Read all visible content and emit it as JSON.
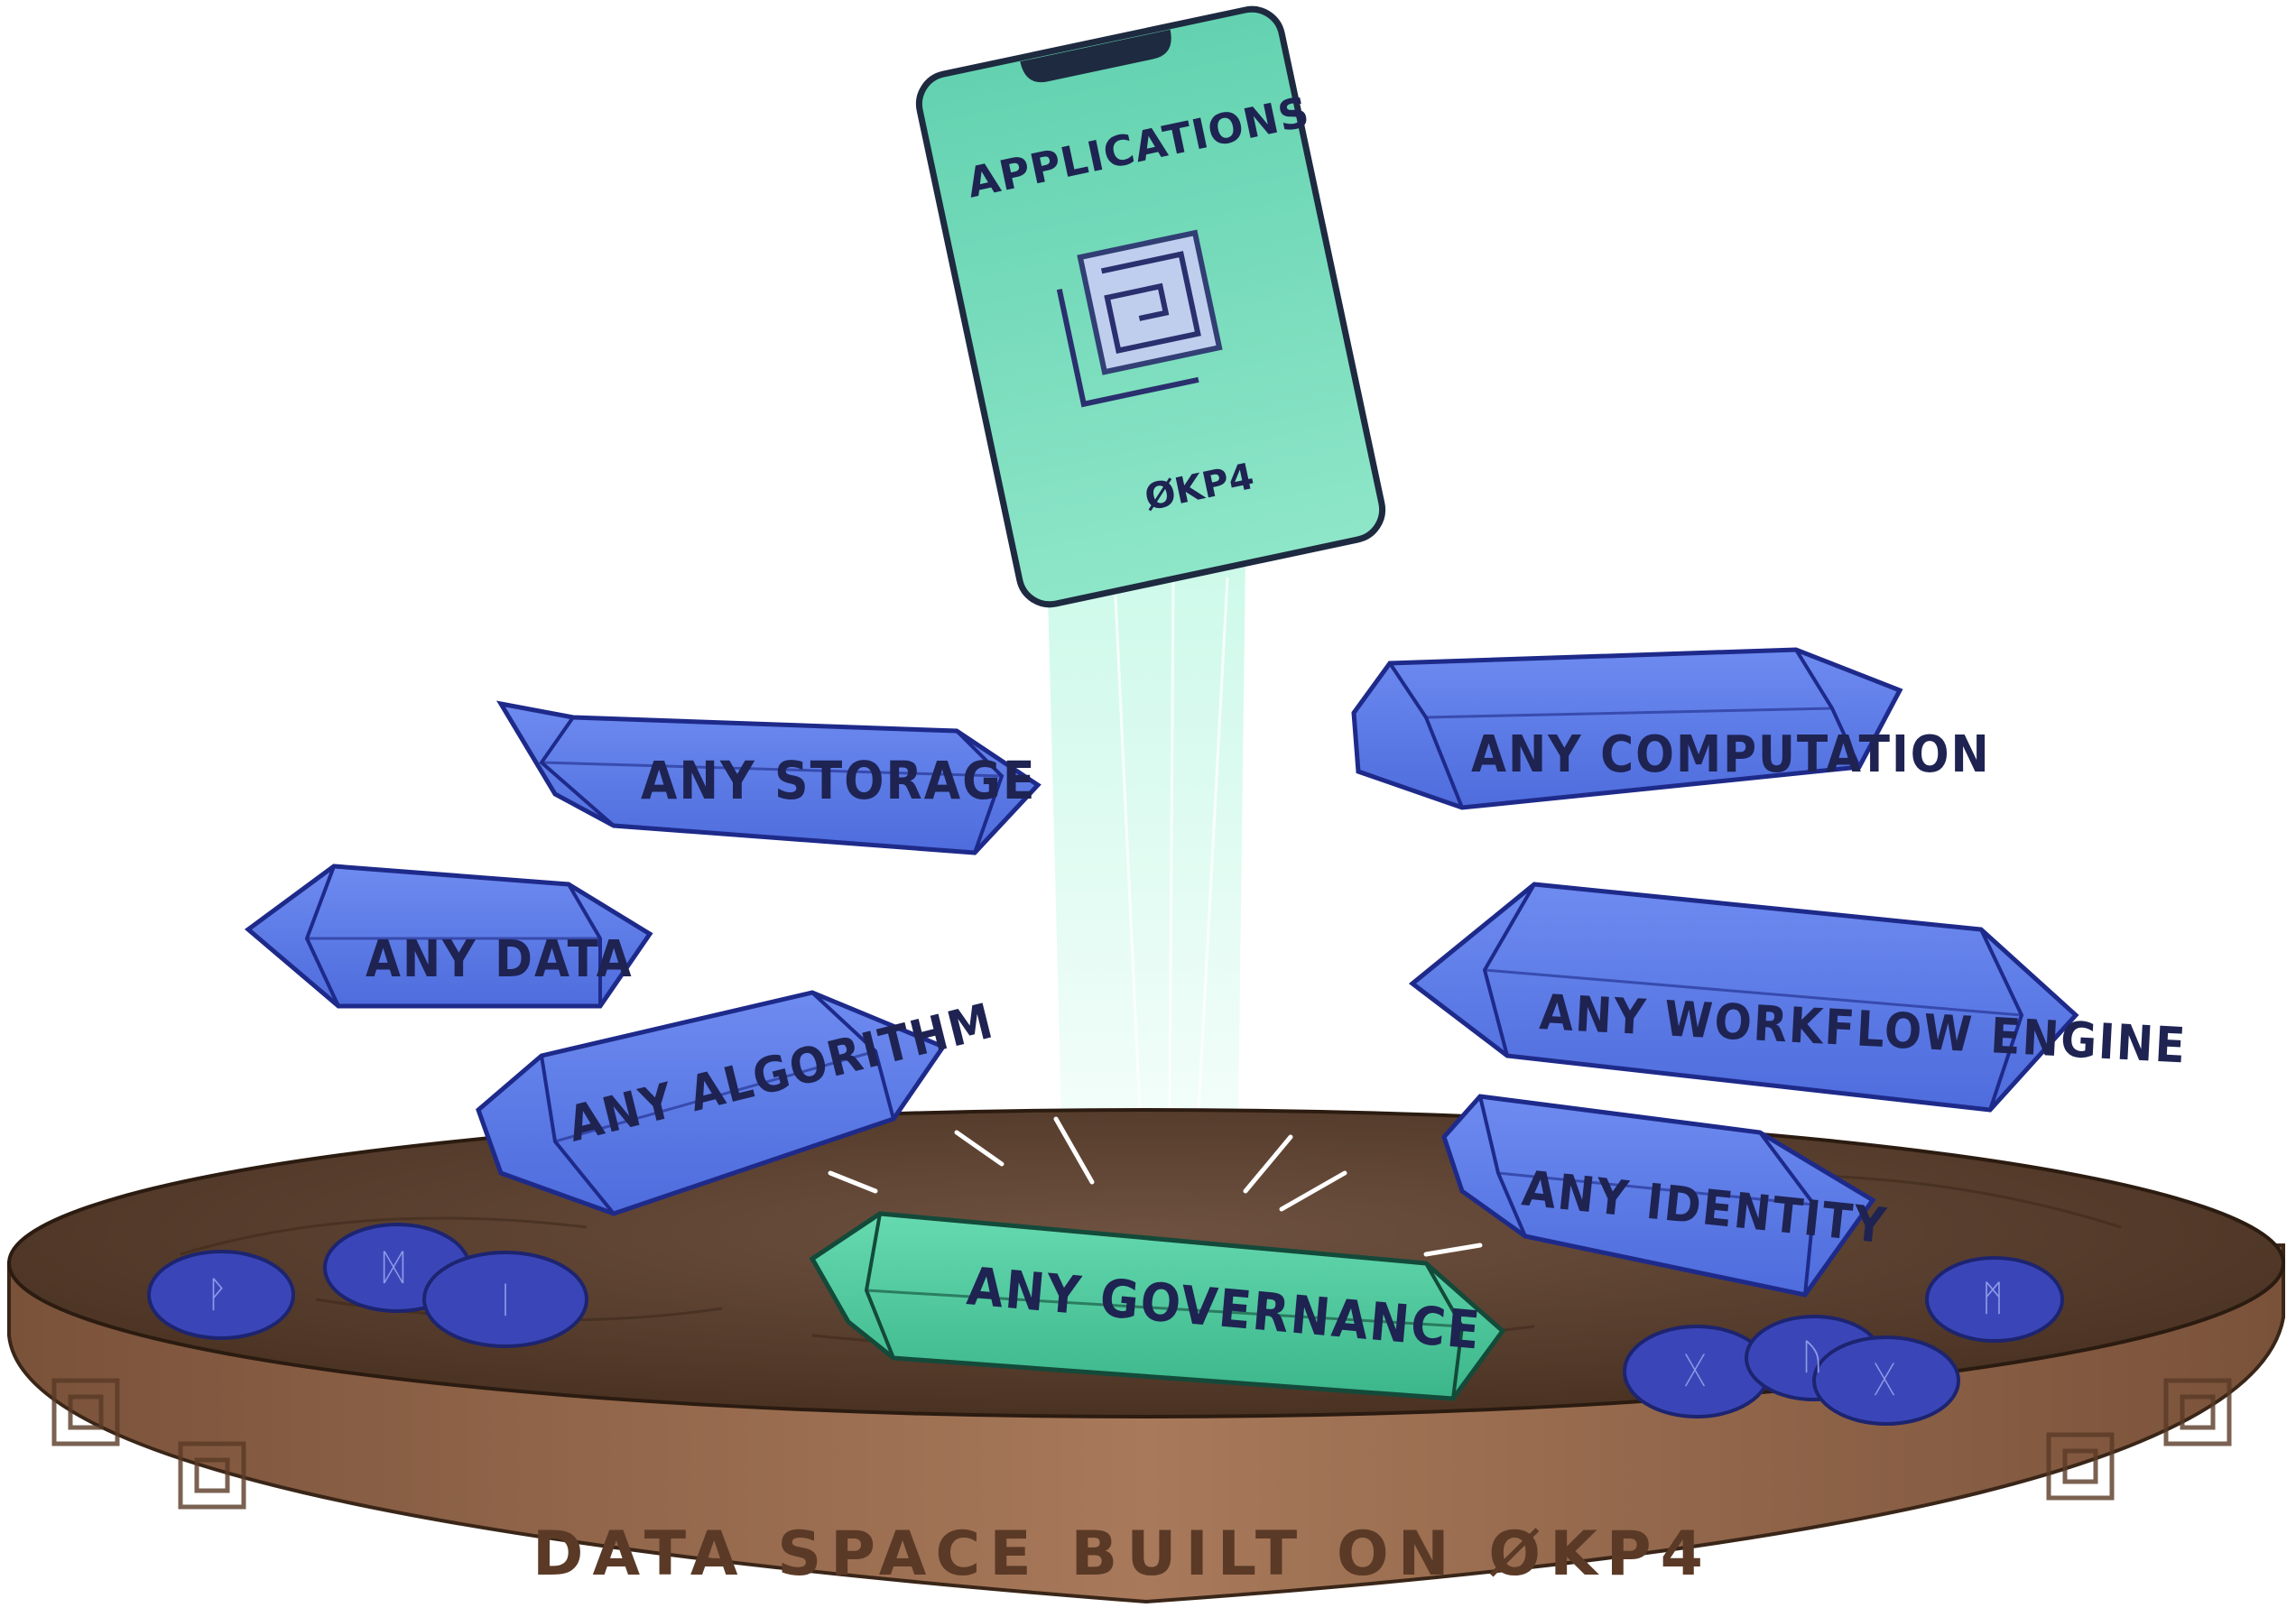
{
  "phone": {
    "title": "APPLICATIONS",
    "brand": "ØKP4",
    "icon": "okp4-spiral-logo-icon",
    "screen_color": "#5fd0ae"
  },
  "crystals": [
    {
      "id": "storage",
      "label": "ANY STORAGE",
      "color": "#5b7de8"
    },
    {
      "id": "computation",
      "label": "ANY COMPUTATION",
      "color": "#5b7de8"
    },
    {
      "id": "data",
      "label": "ANY DATA",
      "color": "#5b7de8"
    },
    {
      "id": "workflow",
      "label": "ANY WORKFLOW ENGINE",
      "color": "#5b7de8"
    },
    {
      "id": "algorithm",
      "label": "ANY ALGORITHM",
      "color": "#5b7de8"
    },
    {
      "id": "identity",
      "label": "ANY IDENTITY",
      "color": "#5b7de8"
    },
    {
      "id": "governance",
      "label": "ANY GOVERNANCE",
      "color": "#4fc79d"
    }
  ],
  "platform": {
    "inscription": "DATA SPACE BUILT ON ØKP4",
    "top_color": "#5c4130",
    "rim_color": "#9a6b4c"
  },
  "rune_stones": {
    "color": "#3a46b8",
    "left_group": [
      "ᚹ",
      "ᛞ",
      "ᛁ"
    ],
    "right_group": [
      "ᚷ",
      "ᚢ",
      "ᚷ",
      "ᛗ"
    ]
  },
  "light_beam_color": "#7ef0c8"
}
